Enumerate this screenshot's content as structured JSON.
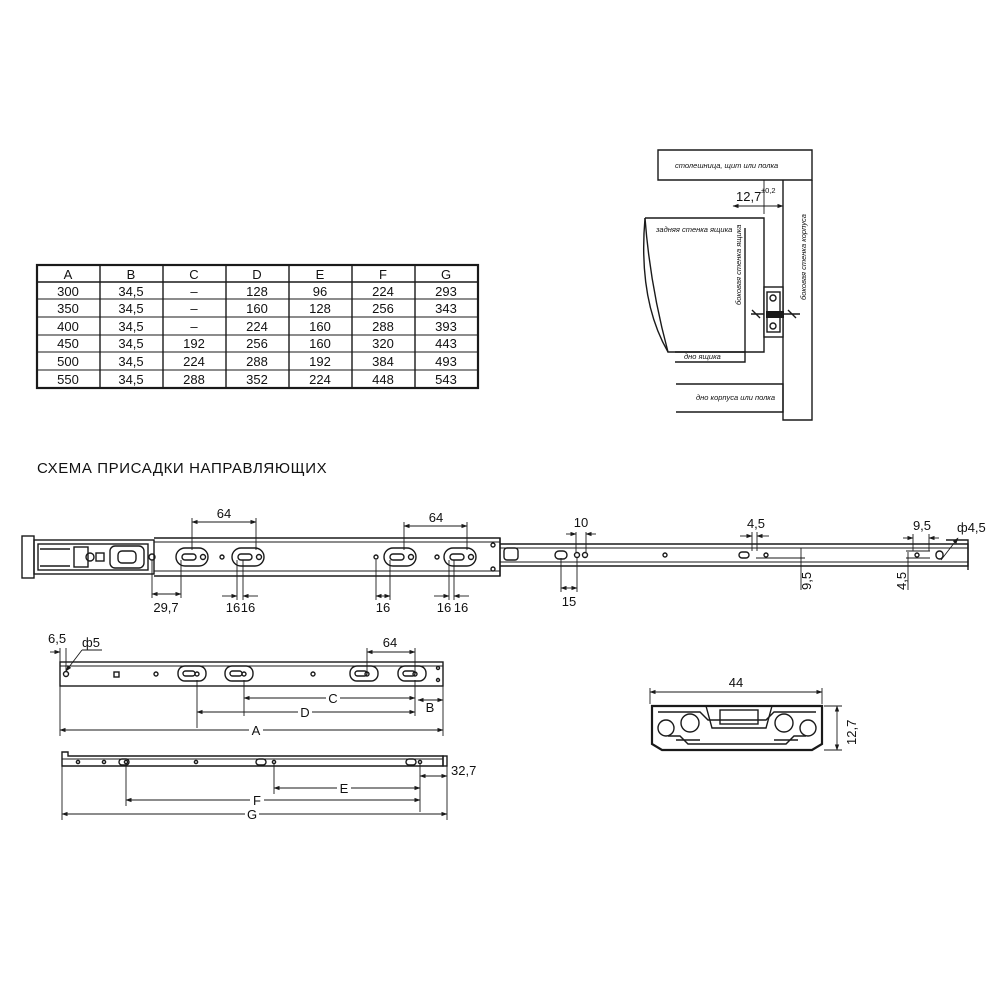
{
  "section_title": "СХЕМА ПРИСАДКИ НАПРАВЛЯЮЩИХ",
  "table": {
    "headers": [
      "A",
      "B",
      "C",
      "D",
      "E",
      "F",
      "G"
    ],
    "rows": [
      [
        "300",
        "34,5",
        "–",
        "128",
        "96",
        "224",
        "293"
      ],
      [
        "350",
        "34,5",
        "–",
        "160",
        "128",
        "256",
        "343"
      ],
      [
        "400",
        "34,5",
        "–",
        "224",
        "160",
        "288",
        "393"
      ],
      [
        "450",
        "34,5",
        "192",
        "256",
        "160",
        "320",
        "443"
      ],
      [
        "500",
        "34,5",
        "224",
        "288",
        "192",
        "384",
        "493"
      ],
      [
        "550",
        "34,5",
        "288",
        "352",
        "224",
        "448",
        "543"
      ]
    ]
  },
  "install_view": {
    "top_panel": "столешница, щит или полка",
    "gap_value": "12,7",
    "gap_tolerance": "±0,2",
    "drawer_back": "задняя стенка ящика",
    "drawer_side": "боковая стенка ящика",
    "cabinet_side": "боковая стенка корпуса",
    "drawer_bottom": "дно ящика",
    "cabinet_bottom": "дно корпуса или полка"
  },
  "rail_view": {
    "dims": [
      "64",
      "64",
      "29,7",
      "16",
      "16",
      "16",
      "16",
      "16",
      "10",
      "15",
      "4,5",
      "9,5",
      "9,5",
      "4,5",
      "ф4,5"
    ]
  },
  "drawer_member": {
    "dims": [
      "6,5",
      "ф5",
      "64",
      "C",
      "D",
      "B",
      "A"
    ]
  },
  "cabinet_member": {
    "dims": [
      "32,7",
      "E",
      "F",
      "G"
    ]
  },
  "profile": {
    "dims": [
      "44",
      "12,7"
    ]
  }
}
